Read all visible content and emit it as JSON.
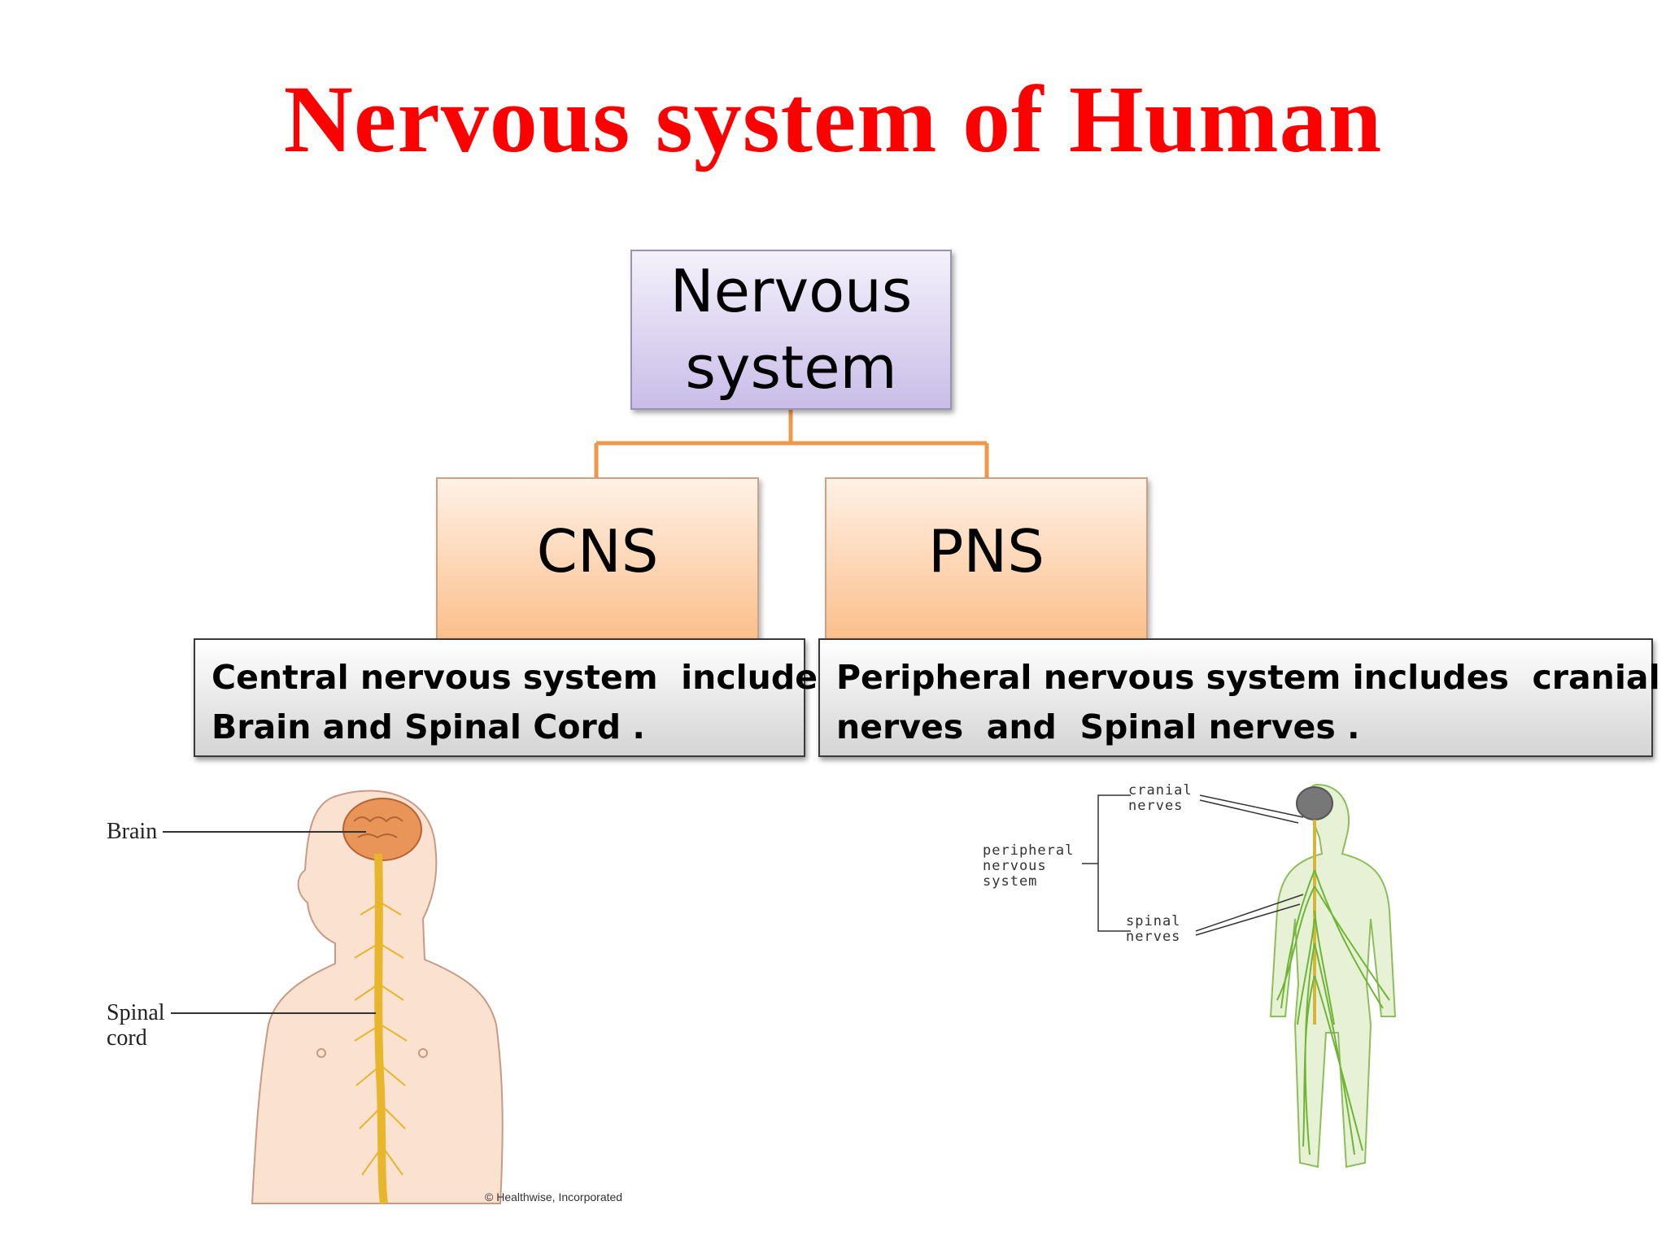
{
  "title": "Nervous system of Human",
  "root": {
    "line1": "Nervous",
    "line2": "system"
  },
  "children": [
    {
      "label": "CNS",
      "desc_line1": "Central nervous system  includes",
      "desc_line2": "Brain and Spinal Cord ."
    },
    {
      "label": "PNS",
      "desc_line1": "Peripheral nervous system includes  cranial",
      "desc_line2": "nerves  and  Spinal nerves ."
    }
  ],
  "cns_figure": {
    "labels": {
      "brain": "Brain",
      "spinal_1": "Spinal",
      "spinal_2": "cord"
    },
    "credit": "© Healthwise, Incorporated"
  },
  "pns_figure": {
    "labels": {
      "cranial_1": "cranial",
      "cranial_2": "nerves",
      "pns_1": "peripheral",
      "pns_2": "nervous",
      "pns_3": "system",
      "spinal_1": "spinal",
      "spinal_2": "nerves"
    }
  },
  "colors": {
    "title": "#ff0000",
    "root_fill": "#c9bde8",
    "child_fill": "#fbbf8b",
    "connector": "#f0974a",
    "spinal_cord": "#e8b62c",
    "nerves": "#6fb535"
  }
}
